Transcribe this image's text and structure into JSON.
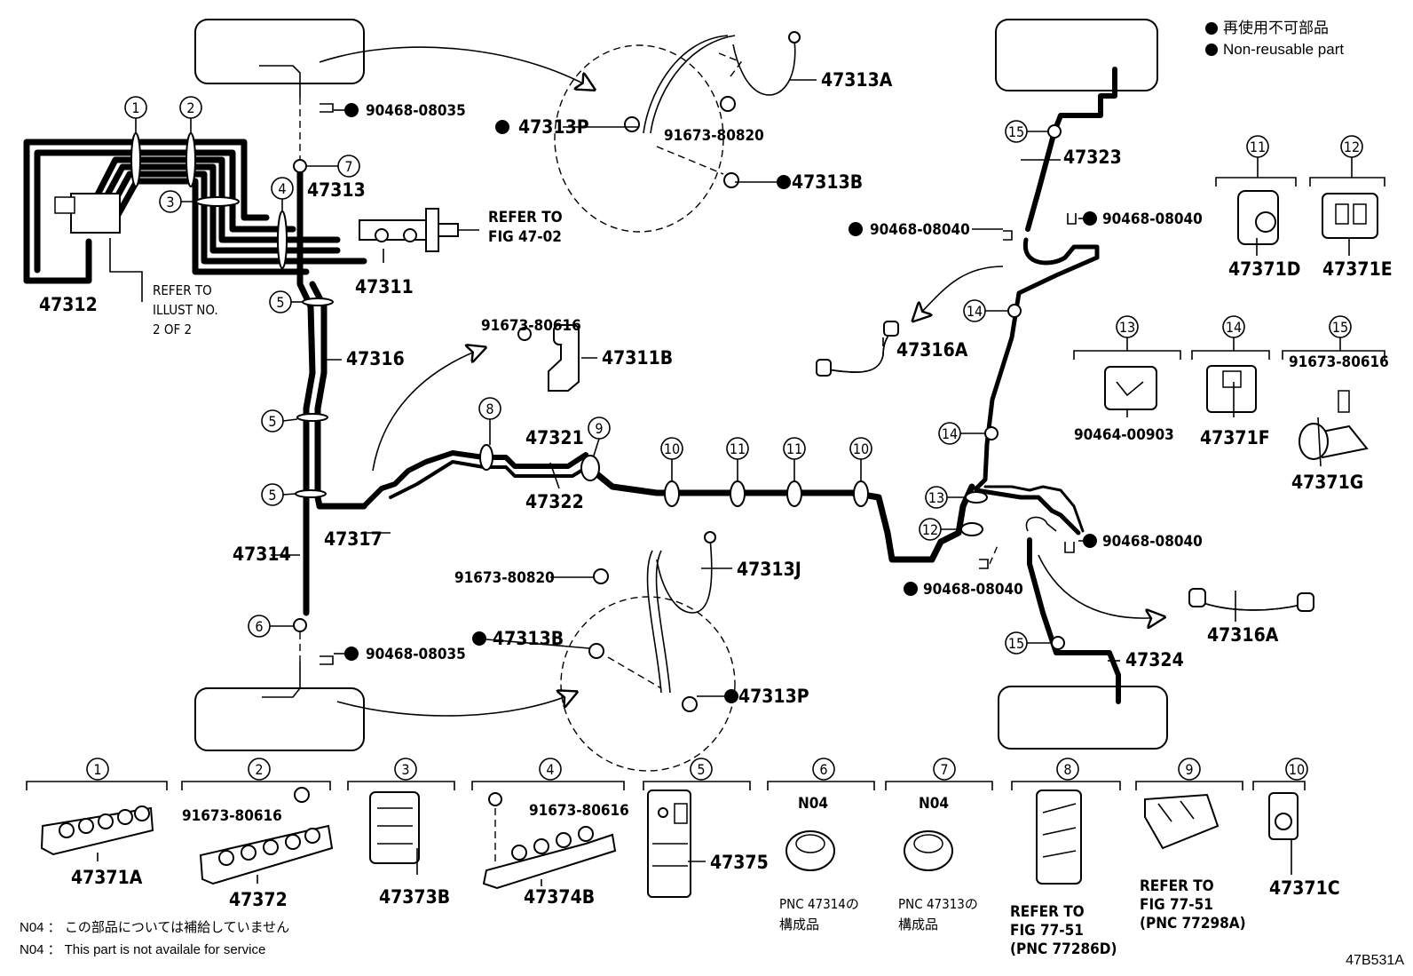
{
  "legend": {
    "jp": "再使用不可部品",
    "en": "Non-reusable part"
  },
  "parts": {
    "p47312": "47312",
    "p47311": "47311",
    "p47313": "47313",
    "p47316": "47316",
    "p47314": "47314",
    "p47317": "47317",
    "p47321": "47321",
    "p47322": "47322",
    "p47323": "47323",
    "p47324": "47324",
    "p47313A": "47313A",
    "p47313P_top": "47313P",
    "p47313B_top": "47313B",
    "p91673_80820_top": "91673-80820",
    "p90468_08035_top": "90468-08035",
    "p90468_08035_bot": "90468-08035",
    "p91673_80616_mid": "91673-80616",
    "p47311B": "47311B",
    "p91673_80820_bot": "91673-80820",
    "p47313J": "47313J",
    "p47313B_bot": "47313B",
    "p47313P_bot": "47313P",
    "p90468_08040_a": "90468-08040",
    "p90468_08040_b": "90468-08040",
    "p90468_08040_c": "90468-08040",
    "p90468_08040_d": "90468-08040",
    "p47316A_top": "47316A",
    "p47316A_bot": "47316A",
    "p47371D": "47371D",
    "p47371E": "47371E",
    "p90464_00903": "90464-00903",
    "p47371F": "47371F",
    "p91673_80616_r": "91673-80616",
    "p47371G": "47371G",
    "p47371A": "47371A",
    "p47372": "47372",
    "p91673_80616_b2": "91673-80616",
    "p47373B": "47373B",
    "p91673_80616_b4": "91673-80616",
    "p47374B": "47374B",
    "p47375": "47375",
    "p47371C": "47371C"
  },
  "refs": {
    "fig4702_l1": "REFER  TO",
    "fig4702_l2": "FIG  47-02",
    "illust_l1": "REFER TO",
    "illust_l2": "ILLUST NO.",
    "illust_l3": "2 OF 2",
    "ref8_l1": "REFER  TO",
    "ref8_l2": "FIG  77-51",
    "ref8_l3": "(PNC  77286D)",
    "ref9_l1": "REFER  TO",
    "ref9_l2": "FIG  77-51",
    "ref9_l3": "(PNC  77298A)"
  },
  "n04": {
    "label": "N04",
    "pnc6_l1": "PNC 47314の",
    "pnc6_l2": "構成品",
    "pnc7_l1": "PNC 47313の",
    "pnc7_l2": "構成品"
  },
  "footnotes": {
    "jp": "N04 ： この部品については補給していません",
    "en": "N04 ：  This part is not availale for service"
  },
  "figure_id": "47B531A",
  "callouts": {
    "c1": "1",
    "c2": "2",
    "c3": "3",
    "c4": "4",
    "c5": "5",
    "c6": "6",
    "c7": "7",
    "c8": "8",
    "c9": "9",
    "c10": "10",
    "c11": "11",
    "c12": "12",
    "c13": "13",
    "c14": "14",
    "c15": "15"
  }
}
